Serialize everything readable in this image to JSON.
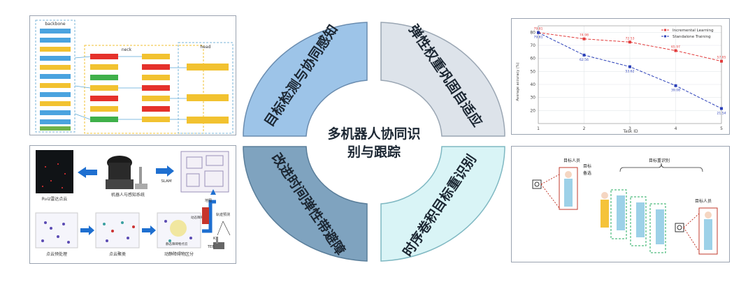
{
  "center": {
    "title_line1": "多机器人协同识",
    "title_line2": "别与跟踪"
  },
  "quadrants": {
    "top_left": "目标检测与协同感知",
    "top_right": "弹性权重巩固自适应",
    "bottom_left": "改进时间弹性带避障",
    "bottom_right": "时序卷积目标重识别"
  },
  "colors": {
    "top_left": "#9dc4e8",
    "top_right": "#dde3ea",
    "bottom_left": "#7fa3bf",
    "bottom_right": "#d9f4f6",
    "text": "#1c2733"
  },
  "network": {
    "col1": "backbone",
    "col2": "neck",
    "col3": "head"
  },
  "pipeline": {
    "lidar": "Rviz雷达点云",
    "robot": "机器人与感知系统",
    "slam": "SLAM",
    "map": "地图",
    "kf": "KF",
    "traj": "轨迹预测",
    "teb": "TEB",
    "pre": "点云预处理",
    "cluster": "点云聚类",
    "dyn": "动静障碍物区分",
    "dyn_obs": "动态障碍物",
    "static_obs": "静态障碍物点云"
  },
  "reid": {
    "target1": "目标人员",
    "candidate": "目标\n备选",
    "reid": "目标重识别",
    "target2": "目标人员"
  },
  "chart_data": {
    "type": "line",
    "xlabel": "Task ID",
    "ylabel": "Average accuracy (%)",
    "x": [
      1,
      2,
      3,
      4,
      5
    ],
    "ylim": [
      10,
      85
    ],
    "yticks": [
      20,
      30,
      40,
      50,
      60,
      70,
      80
    ],
    "series": [
      {
        "name": "Incremental Learning",
        "color": "#e23b3b",
        "values": [
          79.81,
          74.98,
          72.53,
          65.97,
          57.85
        ]
      },
      {
        "name": "Standalone Training",
        "color": "#2a3fb8",
        "values": [
          79.81,
          62.56,
          53.62,
          39.08,
          21.54
        ]
      }
    ],
    "legend": "top-right",
    "grid": true
  }
}
